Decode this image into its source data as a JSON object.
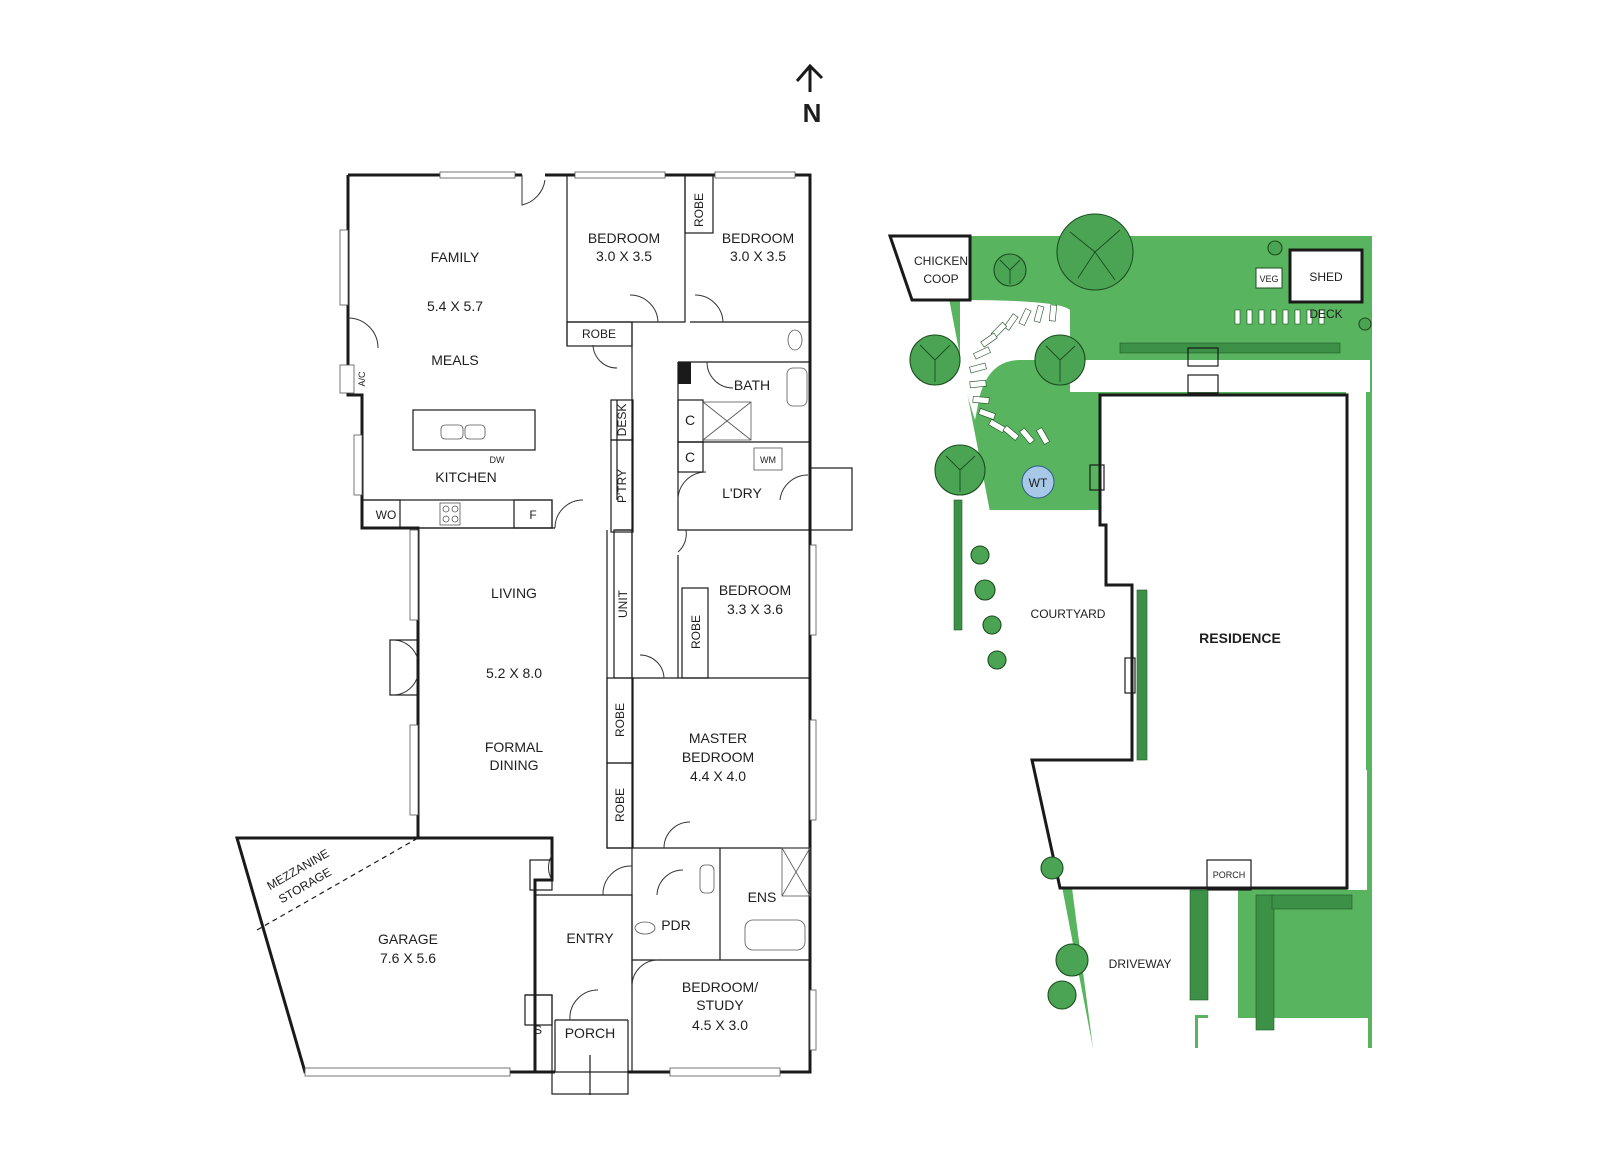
{
  "compass": {
    "label": "N"
  },
  "floorplan": {
    "rooms": {
      "family": {
        "name": "FAMILY",
        "dims": "5.4 X 5.7"
      },
      "meals": {
        "name": "MEALS"
      },
      "kitchen": {
        "name": "KITCHEN"
      },
      "bedroom_nw": {
        "name": "BEDROOM",
        "dims": "3.0 X 3.5"
      },
      "bedroom_ne": {
        "name": "BEDROOM",
        "dims": "3.0 X 3.5"
      },
      "bath": {
        "name": "BATH"
      },
      "laundry": {
        "name": "L'DRY"
      },
      "living": {
        "name": "LIVING",
        "dims": "5.2 X 8.0"
      },
      "formal_dining": {
        "name1": "FORMAL",
        "name2": "DINING"
      },
      "bedroom_mid": {
        "name": "BEDROOM",
        "dims": "3.3 X 3.6"
      },
      "master": {
        "name1": "MASTER",
        "name2": "BEDROOM",
        "dims": "4.4 X 4.0"
      },
      "ensuite": {
        "name": "ENS"
      },
      "powder": {
        "name": "PDR"
      },
      "entry": {
        "name": "ENTRY"
      },
      "porch": {
        "name": "PORCH"
      },
      "study": {
        "name1": "BEDROOM/",
        "name2": "STUDY",
        "dims": "4.5 X 3.0"
      },
      "garage": {
        "name": "GARAGE",
        "dims": "7.6 X 5.6"
      },
      "mezzanine": {
        "name1": "MEZZANINE",
        "name2": "STORAGE"
      }
    },
    "fixtures": {
      "robe_top": "ROBE",
      "robe_nw": "ROBE",
      "robe_mid": "ROBE",
      "robe_master_1": "ROBE",
      "robe_master_2": "ROBE",
      "desk": "DESK",
      "pantry": "P'TRY",
      "unit": "UNIT",
      "ac": "A/C",
      "dw": "DW",
      "wo": "WO",
      "fridge": "F",
      "cupboard_1": "C",
      "cupboard_2": "C",
      "wm": "WM",
      "storage": "S"
    }
  },
  "siteplan": {
    "chicken_coop": {
      "line1": "CHICKEN",
      "line2": "COOP"
    },
    "shed": "SHED",
    "veg": "VEG",
    "deck": "DECK",
    "water_tank": "WT",
    "courtyard": "COURTYARD",
    "residence": "RESIDENCE",
    "porch": "PORCH",
    "driveway": "DRIVEWAY"
  }
}
